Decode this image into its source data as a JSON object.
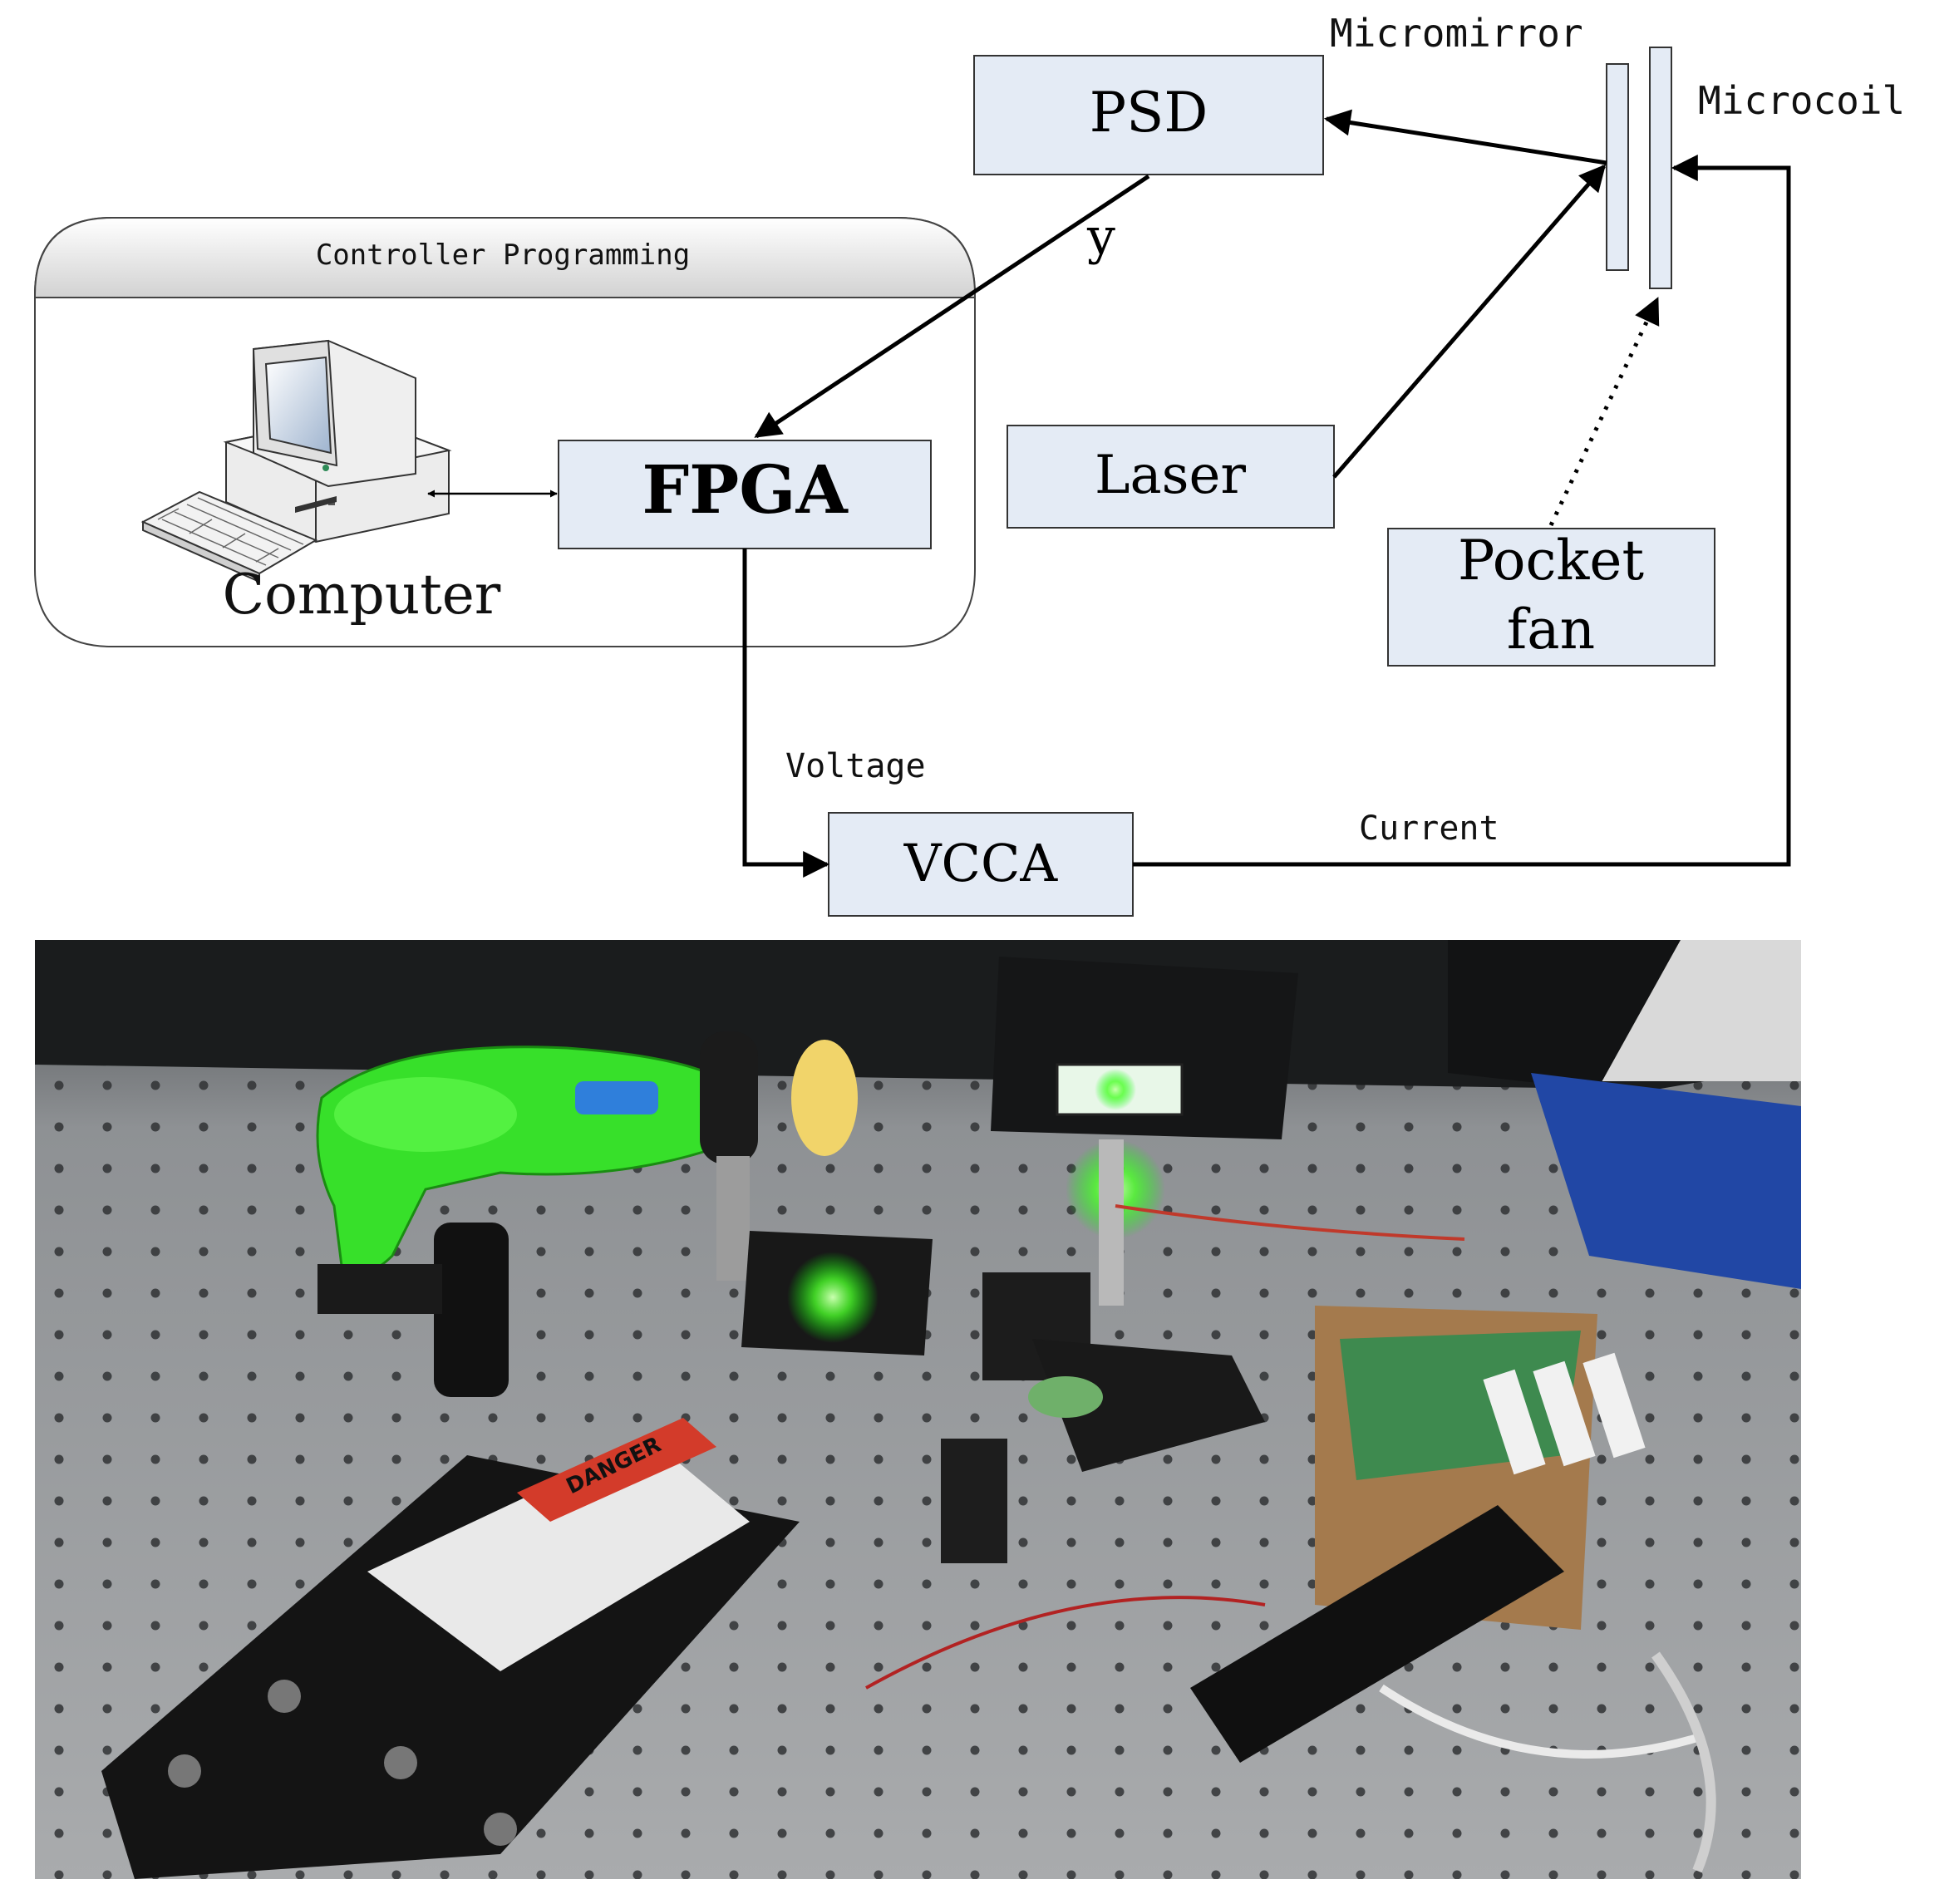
{
  "diagram": {
    "group": {
      "label": "Controller Programming"
    },
    "nodes": {
      "psd": "PSD",
      "fpga": "FPGA",
      "laser": "Laser",
      "pocket_fan": [
        "Pocket",
        "fan"
      ],
      "vcca": "VCCA",
      "computer": "Computer",
      "micromirror": "Micromirror",
      "microcoil": "Microcoil"
    },
    "edges": {
      "psd_to_fpga": "y",
      "fpga_to_vcca": "Voltage",
      "vcca_to_microcoil": "Current"
    },
    "colors": {
      "box_fill": "#e4ebf5",
      "box_stroke": "#333333",
      "line": "#000000"
    }
  },
  "photo": {
    "description_icon": "lab-bench-photo",
    "label_text": "DANGER"
  }
}
